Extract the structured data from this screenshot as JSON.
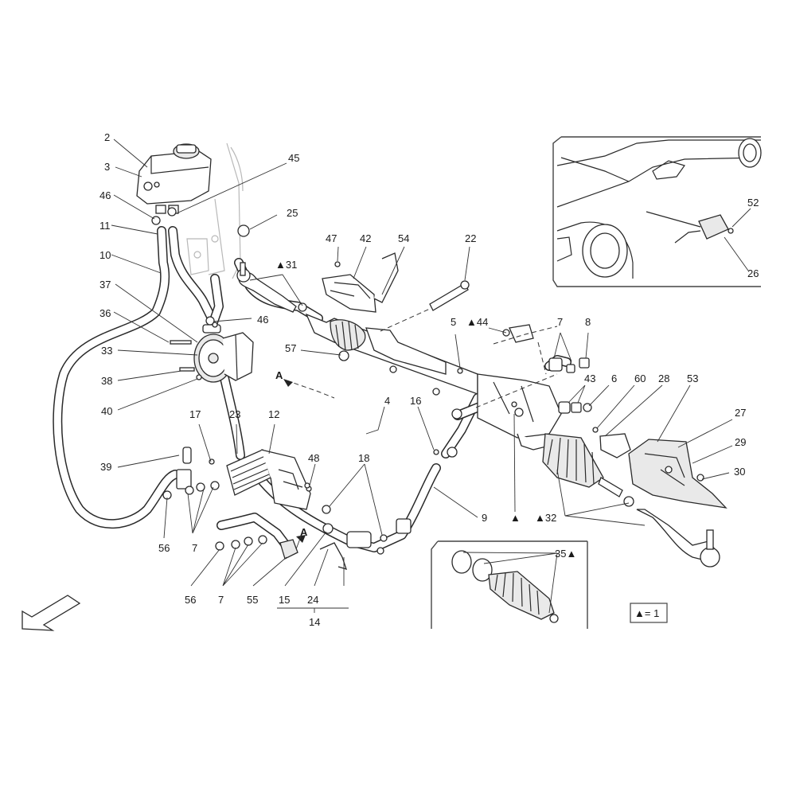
{
  "callouts": [
    {
      "id": "c2",
      "text": "2"
    },
    {
      "id": "c3",
      "text": "3"
    },
    {
      "id": "c46a",
      "text": "46"
    },
    {
      "id": "c11",
      "text": "11"
    },
    {
      "id": "c10",
      "text": "10"
    },
    {
      "id": "c37",
      "text": "37"
    },
    {
      "id": "c36",
      "text": "36"
    },
    {
      "id": "c33",
      "text": "33"
    },
    {
      "id": "c38",
      "text": "38"
    },
    {
      "id": "c40",
      "text": "40"
    },
    {
      "id": "c39",
      "text": "39"
    },
    {
      "id": "c56a",
      "text": "56"
    },
    {
      "id": "c7a",
      "text": "7"
    },
    {
      "id": "c56b",
      "text": "56"
    },
    {
      "id": "c7b",
      "text": "7"
    },
    {
      "id": "c55",
      "text": "55"
    },
    {
      "id": "c15",
      "text": "15"
    },
    {
      "id": "c24",
      "text": "24"
    },
    {
      "id": "c14",
      "text": "14"
    },
    {
      "id": "c17",
      "text": "17"
    },
    {
      "id": "c23",
      "text": "23"
    },
    {
      "id": "c12",
      "text": "12"
    },
    {
      "id": "c48",
      "text": "48"
    },
    {
      "id": "c18",
      "text": "18"
    },
    {
      "id": "c45",
      "text": "45"
    },
    {
      "id": "c25",
      "text": "25"
    },
    {
      "id": "c31",
      "text": "▲31"
    },
    {
      "id": "c46b",
      "text": "46"
    },
    {
      "id": "c57",
      "text": "57"
    },
    {
      "id": "c47",
      "text": "47"
    },
    {
      "id": "c42",
      "text": "42"
    },
    {
      "id": "c54",
      "text": "54"
    },
    {
      "id": "c22",
      "text": "22"
    },
    {
      "id": "c5",
      "text": "5"
    },
    {
      "id": "c44",
      "text": "▲44"
    },
    {
      "id": "c7c",
      "text": "7"
    },
    {
      "id": "c8",
      "text": "8"
    },
    {
      "id": "c43",
      "text": "43"
    },
    {
      "id": "c6",
      "text": "6"
    },
    {
      "id": "c60",
      "text": "60"
    },
    {
      "id": "c28",
      "text": "28"
    },
    {
      "id": "c53",
      "text": "53"
    },
    {
      "id": "c27",
      "text": "27"
    },
    {
      "id": "c29",
      "text": "29"
    },
    {
      "id": "c30",
      "text": "30"
    },
    {
      "id": "c4",
      "text": "4"
    },
    {
      "id": "c16",
      "text": "16"
    },
    {
      "id": "c9",
      "text": "9"
    },
    {
      "id": "cTri",
      "text": "▲"
    },
    {
      "id": "c32",
      "text": "▲32"
    },
    {
      "id": "c35",
      "text": "35▲"
    },
    {
      "id": "c52",
      "text": "52"
    },
    {
      "id": "c26",
      "text": "26"
    },
    {
      "id": "cA1",
      "text": "A"
    },
    {
      "id": "cA2",
      "text": "A"
    }
  ],
  "legend": {
    "text": "▲= 1"
  }
}
